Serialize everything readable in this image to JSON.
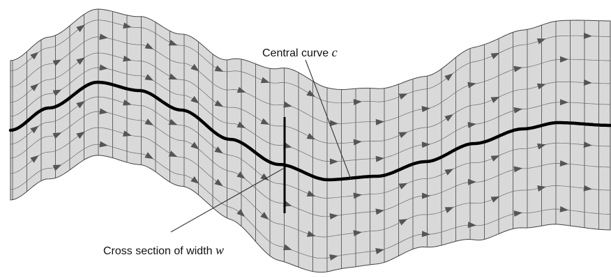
{
  "labels": {
    "central_curve": {
      "text": "Central curve",
      "variable": "c"
    },
    "cross_section": {
      "text": "Cross section of width",
      "variable": "w"
    }
  },
  "colors": {
    "band_fill": "#d9d9d9",
    "grid_line": "#444444",
    "arrow": "#555555",
    "central_curve": "#000000",
    "pointer": "#333333"
  }
}
